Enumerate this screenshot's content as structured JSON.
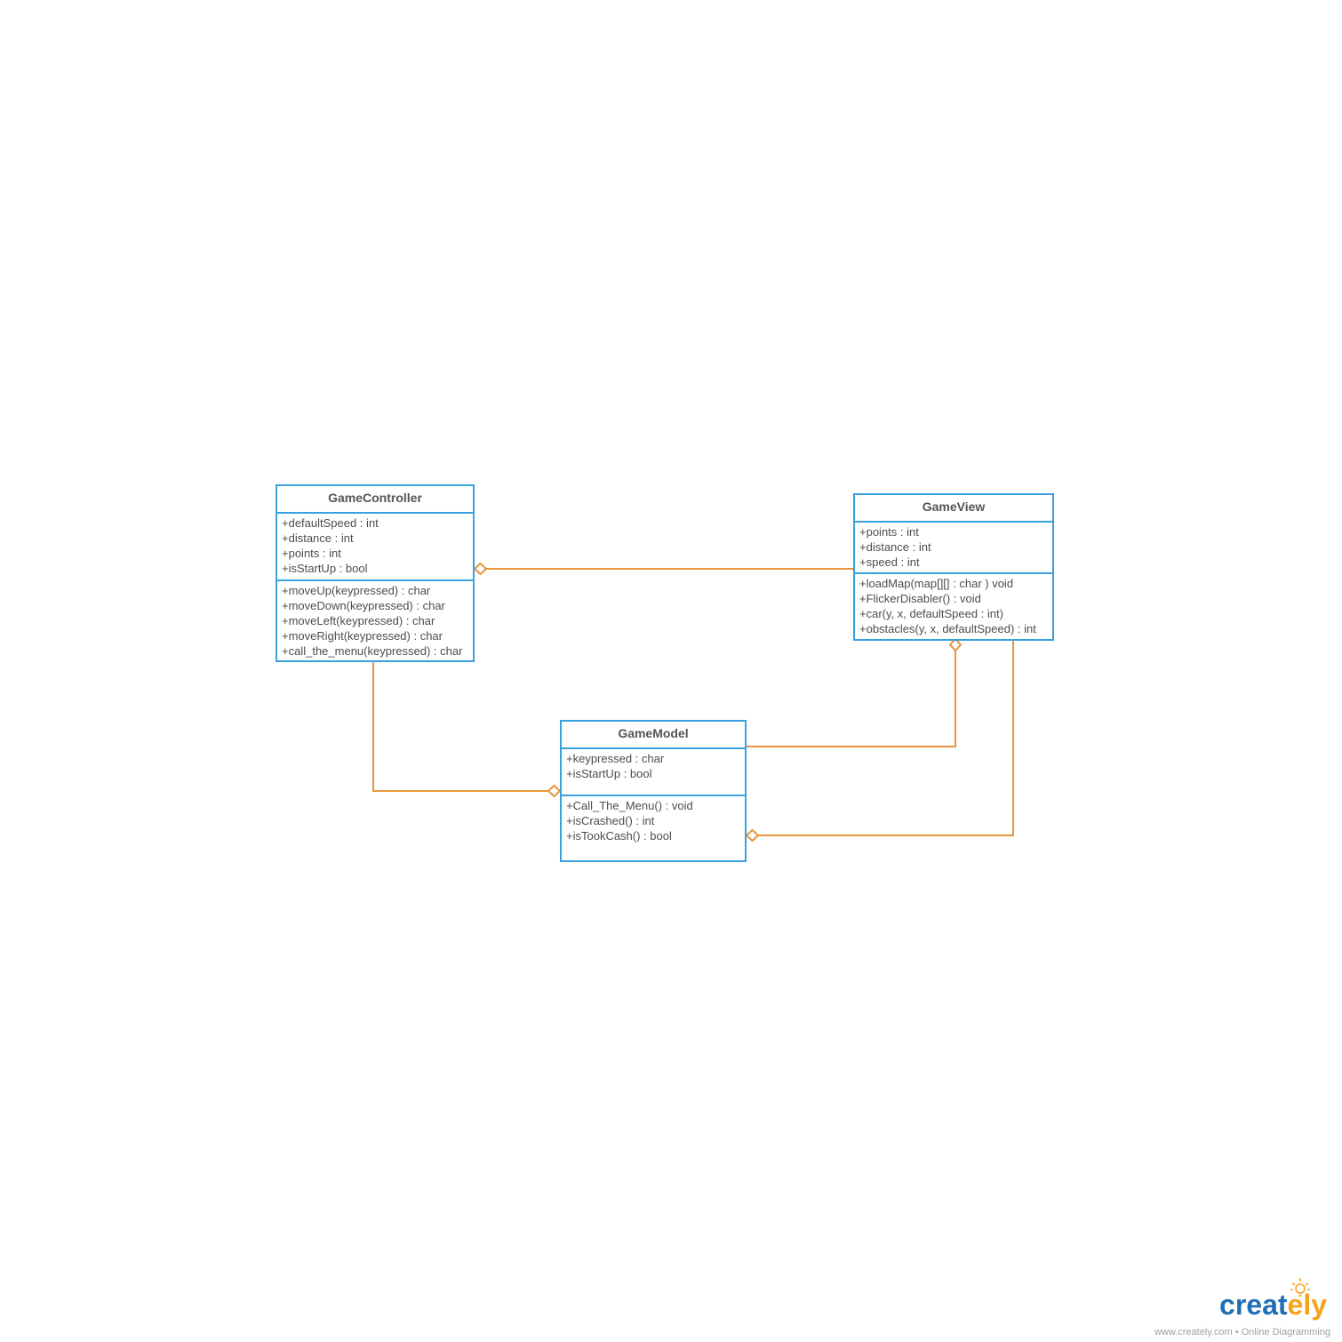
{
  "colors": {
    "class_border": "#3aa0e0",
    "connector": "#e8963a",
    "text": "#4d4d4d",
    "brand_blue": "#1f6fb6",
    "brand_orange": "#f5a21b"
  },
  "classes": {
    "game_controller": {
      "name": "GameController",
      "attributes": [
        "+defaultSpeed : int",
        "+distance : int",
        "+points : int",
        "+isStartUp : bool"
      ],
      "methods": [
        "+moveUp(keypressed) : char",
        "+moveDown(keypressed) : char",
        "+moveLeft(keypressed) : char",
        "+moveRight(keypressed) : char",
        "+call_the_menu(keypressed) : char"
      ]
    },
    "game_view": {
      "name": "GameView",
      "attributes": [
        "+points : int",
        "+distance : int",
        "+speed : int"
      ],
      "methods": [
        "+loadMap(map[][] : char ) void",
        "+FlickerDisabler() : void",
        "+car(y, x, defaultSpeed : int)",
        "+obstacles(y, x, defaultSpeed) : int"
      ]
    },
    "game_model": {
      "name": "GameModel",
      "attributes": [
        "+keypressed : char",
        "+isStartUp : bool"
      ],
      "methods": [
        "+Call_The_Menu() : void",
        "+isCrashed() : int",
        "+isTookCash() : bool"
      ]
    }
  },
  "relationships": [
    {
      "from": "GameView",
      "to": "GameController",
      "type": "aggregation"
    },
    {
      "from": "GameController",
      "to": "GameModel",
      "type": "aggregation"
    },
    {
      "from": "GameModel",
      "to": "GameView",
      "type": "aggregation"
    },
    {
      "from": "GameView",
      "to": "GameModel",
      "type": "aggregation"
    }
  ],
  "watermark": {
    "logo_part1": "creat",
    "logo_part2": "ely",
    "tagline": "www.creately.com • Online Diagramming"
  }
}
